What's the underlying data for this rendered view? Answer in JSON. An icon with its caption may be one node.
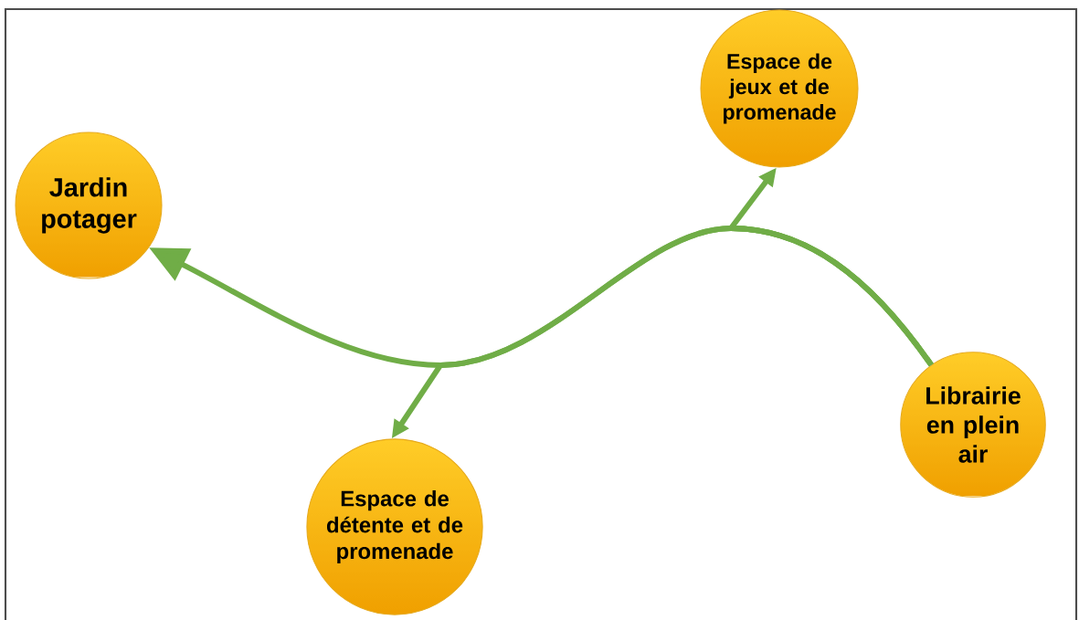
{
  "diagram": {
    "nodes": [
      {
        "text": [
          "Jardin potager"
        ]
      },
      {
        "text": [
          "Espace de jeux et de promenade"
        ]
      },
      {
        "text": [
          "Espace de détente et de promenade"
        ]
      },
      {
        "text": [
          "Librairie en plein air"
        ]
      }
    ],
    "edges": [
      {
        "from": 3,
        "to": 0,
        "arrow": "to"
      },
      {
        "from": 3,
        "to": 1,
        "arrow": "to"
      },
      {
        "from": 3,
        "to": 2,
        "arrow": "to"
      }
    ]
  }
}
